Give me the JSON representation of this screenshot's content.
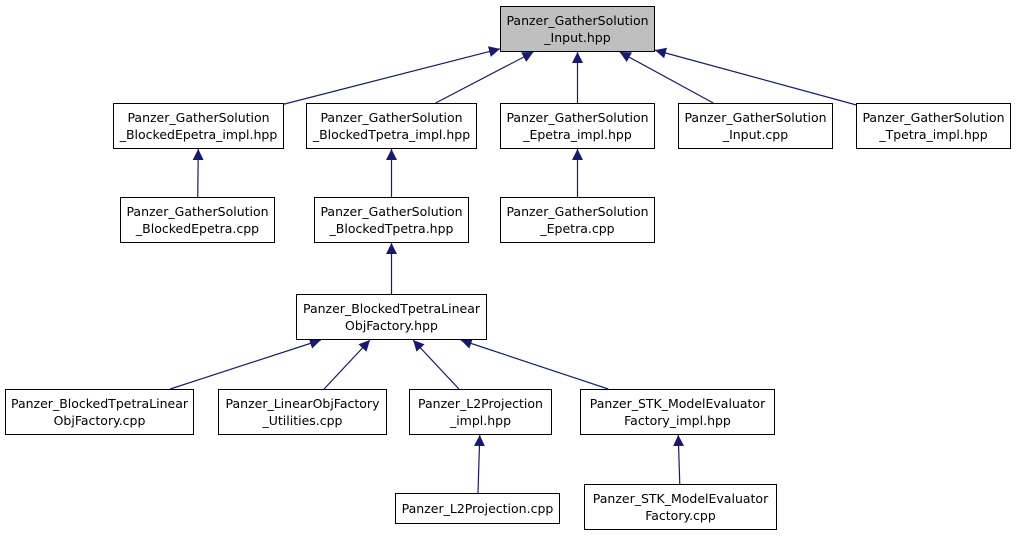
{
  "colors": {
    "edge": "#191970",
    "root_fill": "#bfbfbf",
    "node_fill": "#ffffff",
    "border": "#000000"
  },
  "nodes": {
    "gather_input_hpp": {
      "l1": "Panzer_GatherSolution",
      "l2": "_Input.hpp"
    },
    "blocked_epetra_impl": {
      "l1": "Panzer_GatherSolution",
      "l2": "_BlockedEpetra_impl.hpp"
    },
    "blocked_tpetra_impl": {
      "l1": "Panzer_GatherSolution",
      "l2": "_BlockedTpetra_impl.hpp"
    },
    "epetra_impl": {
      "l1": "Panzer_GatherSolution",
      "l2": "_Epetra_impl.hpp"
    },
    "input_cpp": {
      "l1": "Panzer_GatherSolution",
      "l2": "_Input.cpp"
    },
    "tpetra_impl": {
      "l1": "Panzer_GatherSolution",
      "l2": "_Tpetra_impl.hpp"
    },
    "blocked_epetra_cpp": {
      "l1": "Panzer_GatherSolution",
      "l2": "_BlockedEpetra.cpp"
    },
    "blocked_tpetra_hpp": {
      "l1": "Panzer_GatherSolution",
      "l2": "_BlockedTpetra.hpp"
    },
    "epetra_cpp": {
      "l1": "Panzer_GatherSolution",
      "l2": "_Epetra.cpp"
    },
    "blocked_tpetra_lof_hpp": {
      "l1": "Panzer_BlockedTpetraLinear",
      "l2": "ObjFactory.hpp"
    },
    "blocked_tpetra_lof_cpp": {
      "l1": "Panzer_BlockedTpetraLinear",
      "l2": "ObjFactory.cpp"
    },
    "lof_utilities_cpp": {
      "l1": "Panzer_LinearObjFactory",
      "l2": "_Utilities.cpp"
    },
    "l2proj_impl_hpp": {
      "l1": "Panzer_L2Projection",
      "l2": "_impl.hpp"
    },
    "stk_me_factory_impl": {
      "l1": "Panzer_STK_ModelEvaluator",
      "l2": "Factory_impl.hpp"
    },
    "l2proj_cpp": {
      "l1": "Panzer_L2Projection.cpp",
      "l2": ""
    },
    "stk_me_factory_cpp": {
      "l1": "Panzer_STK_ModelEvaluator",
      "l2": "Factory.cpp"
    }
  },
  "edges": [
    [
      "blocked_epetra_impl",
      "gather_input_hpp"
    ],
    [
      "blocked_tpetra_impl",
      "gather_input_hpp"
    ],
    [
      "epetra_impl",
      "gather_input_hpp"
    ],
    [
      "input_cpp",
      "gather_input_hpp"
    ],
    [
      "tpetra_impl",
      "gather_input_hpp"
    ],
    [
      "blocked_epetra_cpp",
      "blocked_epetra_impl"
    ],
    [
      "blocked_tpetra_hpp",
      "blocked_tpetra_impl"
    ],
    [
      "epetra_cpp",
      "epetra_impl"
    ],
    [
      "blocked_tpetra_lof_hpp",
      "blocked_tpetra_hpp"
    ],
    [
      "blocked_tpetra_lof_cpp",
      "blocked_tpetra_lof_hpp"
    ],
    [
      "lof_utilities_cpp",
      "blocked_tpetra_lof_hpp"
    ],
    [
      "l2proj_impl_hpp",
      "blocked_tpetra_lof_hpp"
    ],
    [
      "stk_me_factory_impl",
      "blocked_tpetra_lof_hpp"
    ],
    [
      "l2proj_cpp",
      "l2proj_impl_hpp"
    ],
    [
      "stk_me_factory_cpp",
      "stk_me_factory_impl"
    ]
  ]
}
